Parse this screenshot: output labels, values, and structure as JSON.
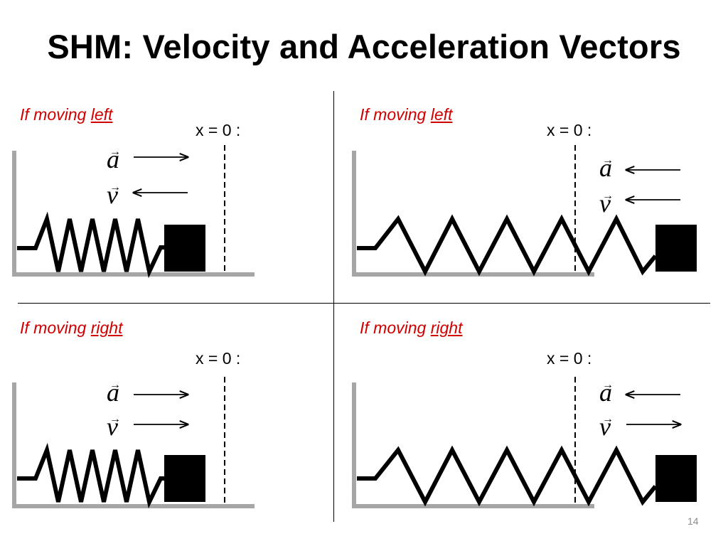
{
  "slide": {
    "title": "SHM:  Velocity and Acceleration Vectors",
    "page_number": "14"
  },
  "panels": [
    {
      "caption_prefix": "If moving ",
      "caption_dir": "left",
      "marker": "x = 0 :",
      "a_dir": "right",
      "v_dir": "left",
      "spring": "compressed"
    },
    {
      "caption_prefix": "If moving ",
      "caption_dir": "left",
      "marker": "x = 0 :",
      "a_dir": "left",
      "v_dir": "left",
      "spring": "stretched"
    },
    {
      "caption_prefix": "If moving ",
      "caption_dir": "right",
      "marker": "x = 0 :",
      "a_dir": "right",
      "v_dir": "right",
      "spring": "compressed"
    },
    {
      "caption_prefix": "If moving ",
      "caption_dir": "right",
      "marker": "x = 0 :",
      "a_dir": "left",
      "v_dir": "right",
      "spring": "stretched"
    }
  ],
  "symbols": {
    "a": "a",
    "v": "v",
    "arrow": "→"
  },
  "colors": {
    "caption": "#d00000",
    "wall": "#a6a6a6",
    "ink": "#000000",
    "page_number": "#8c8c8c"
  }
}
